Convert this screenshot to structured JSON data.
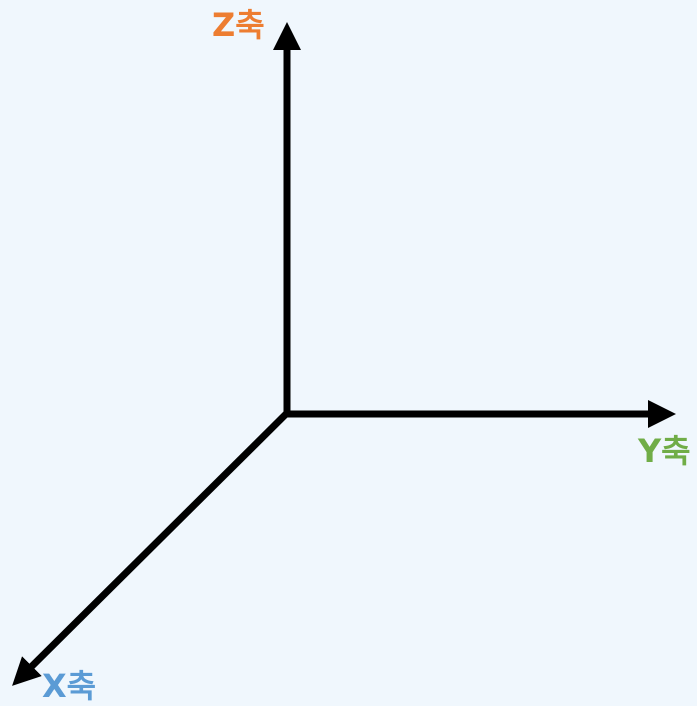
{
  "diagram": {
    "axes": [
      {
        "id": "z",
        "label": "Z축",
        "color": "#ed7d31"
      },
      {
        "id": "y",
        "label": "Y축",
        "color": "#70ad47"
      },
      {
        "id": "x",
        "label": "X축",
        "color": "#5b9bd5"
      }
    ],
    "line_color": "#000000"
  }
}
